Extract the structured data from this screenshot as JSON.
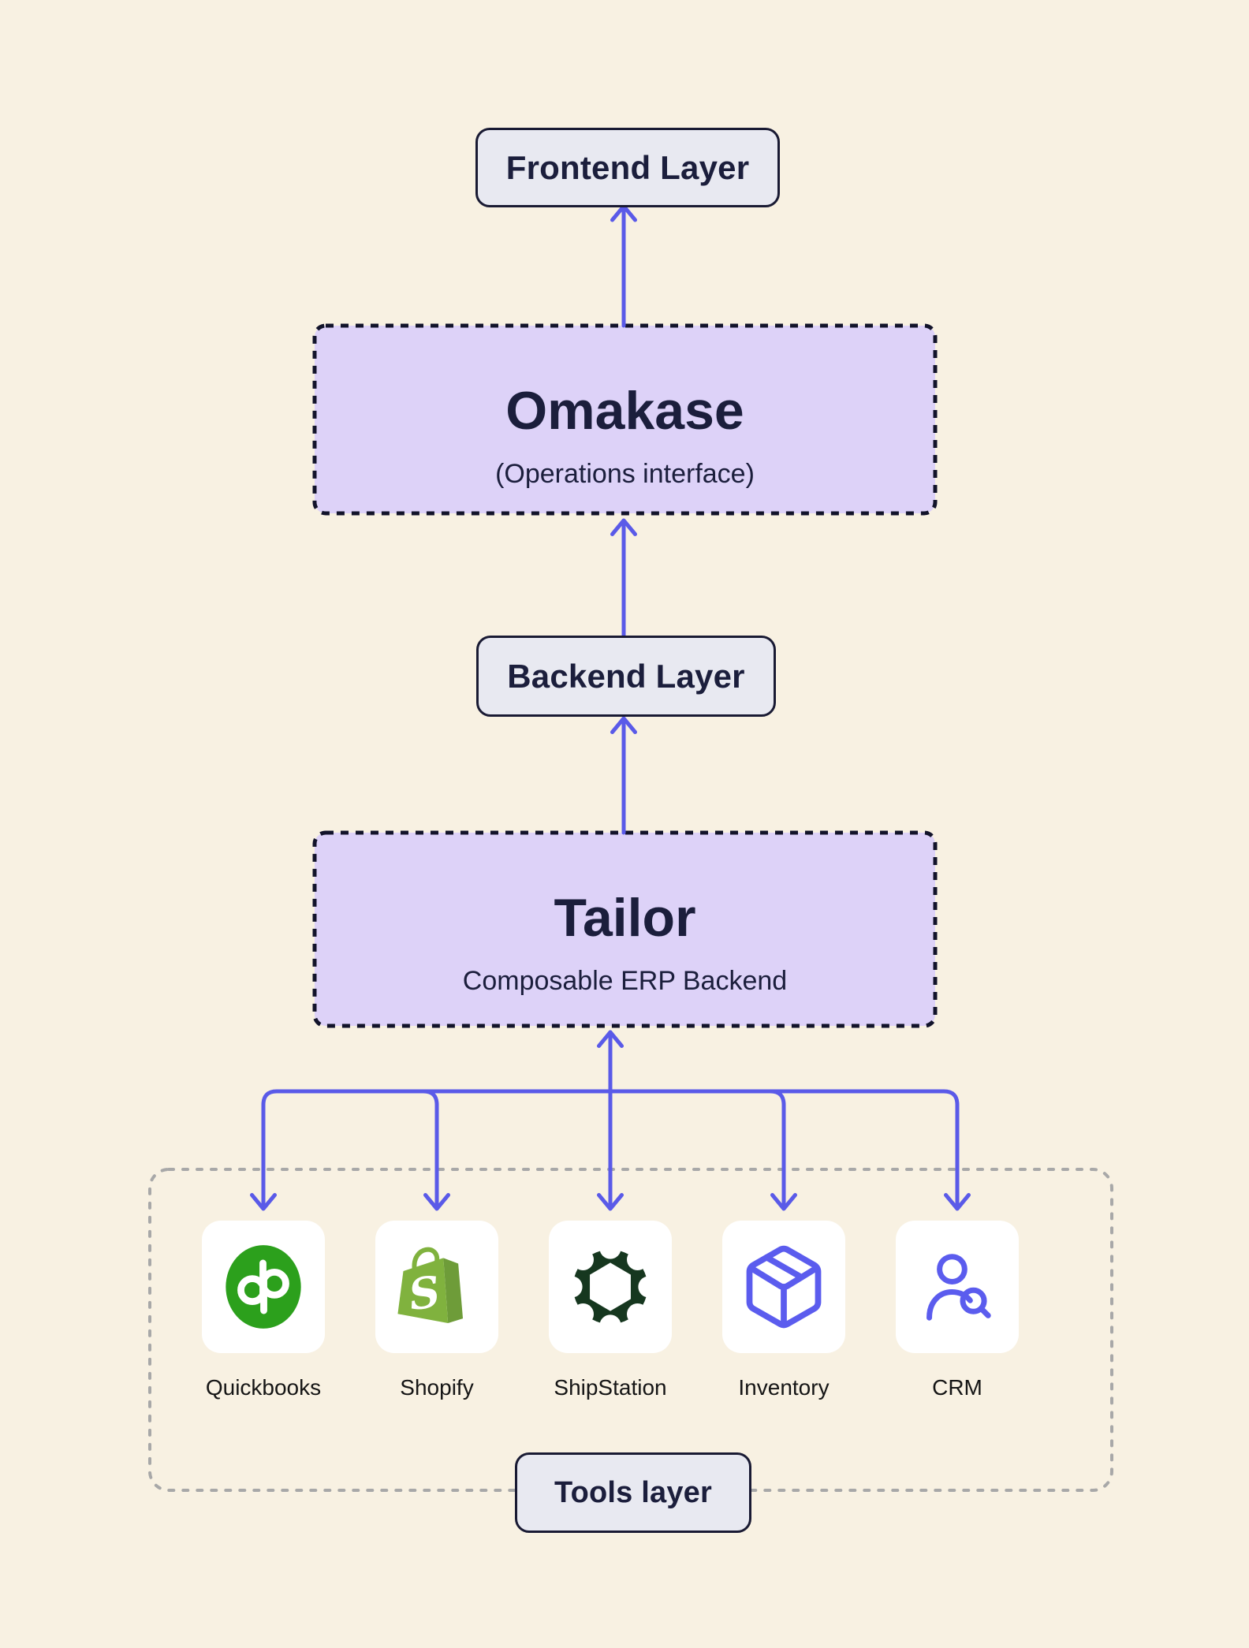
{
  "palette": {
    "bg": "#F8F1E2",
    "arrow": "#5A5AE8",
    "node-fill": "#DDD2F8",
    "node-border": "#12132A",
    "pill-fill": "#E8E9F1",
    "pill-border": "#191A33",
    "text-dark": "#1B1E3C",
    "label-dark": "#151515",
    "container-dash": "#A8A8A8",
    "tile-bg": "#FFFFFF",
    "qb-green": "#2CA01C",
    "shopify-green": "#80B23E",
    "shopify-dark": "#6E9C39",
    "shipstation-green": "#16371F",
    "tool-icon-indigo": "#5B5CEE"
  },
  "layers": {
    "frontend": {
      "label": "Frontend Layer"
    },
    "omakase": {
      "title": "Omakase",
      "subtitle": "(Operations interface)"
    },
    "backend": {
      "label": "Backend Layer"
    },
    "tailor": {
      "title": "Tailor",
      "subtitle": "Composable ERP Backend"
    },
    "tools_layer": {
      "label": "Tools layer"
    }
  },
  "tools": {
    "items": [
      {
        "label": "Quickbooks",
        "icon": "quickbooks-icon"
      },
      {
        "label": "Shopify",
        "icon": "shopify-icon"
      },
      {
        "label": "ShipStation",
        "icon": "shipstation-icon"
      },
      {
        "label": "Inventory",
        "icon": "inventory-icon"
      },
      {
        "label": "CRM",
        "icon": "crm-icon"
      }
    ]
  }
}
